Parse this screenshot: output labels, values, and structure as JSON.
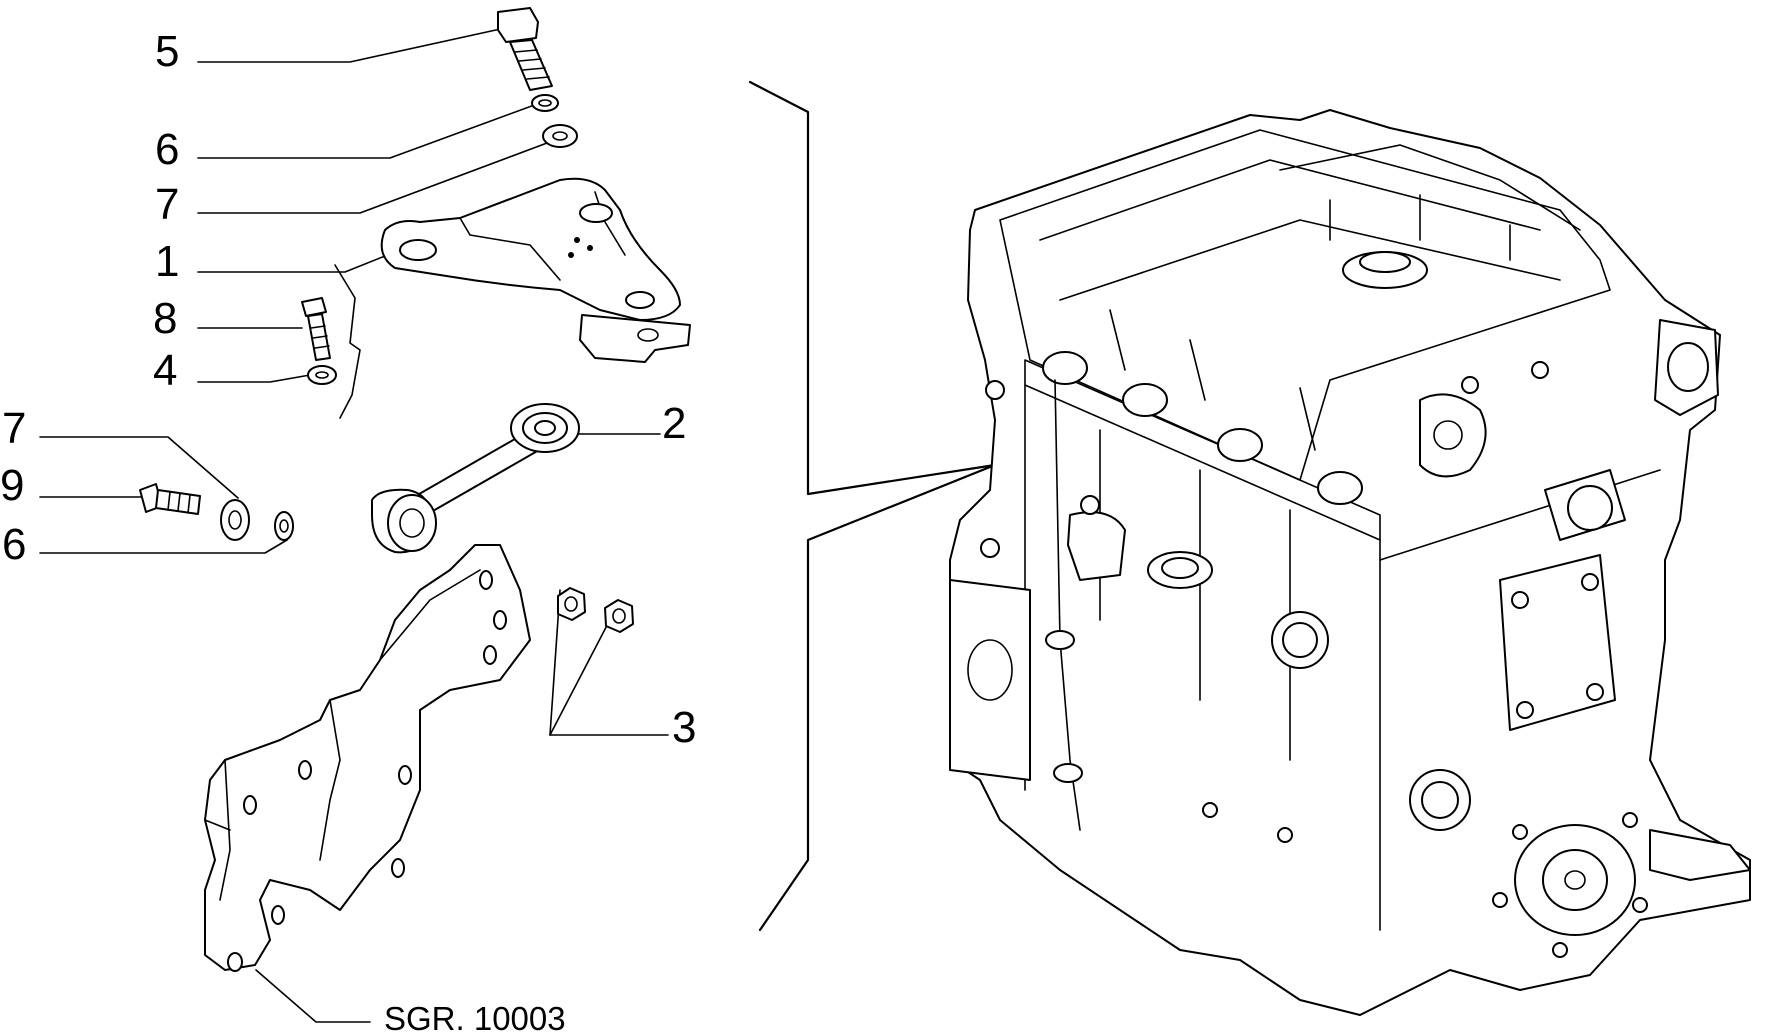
{
  "callouts": [
    {
      "id": "c5a",
      "text": "5"
    },
    {
      "id": "c6a",
      "text": "6"
    },
    {
      "id": "c7a",
      "text": "7"
    },
    {
      "id": "c1",
      "text": "1"
    },
    {
      "id": "c8",
      "text": "8"
    },
    {
      "id": "c4",
      "text": "4"
    },
    {
      "id": "c7b",
      "text": "7"
    },
    {
      "id": "c9",
      "text": "9"
    },
    {
      "id": "c6b",
      "text": "6"
    },
    {
      "id": "c2",
      "text": "2"
    },
    {
      "id": "c3",
      "text": "3"
    }
  ],
  "drawing_code": "SGR. 10003",
  "icons": {
    "engine": "engine-block-icon",
    "bracket": "engine-mount-bracket-icon",
    "rod": "reaction-rod-icon"
  },
  "colors": {
    "ink": "#000000",
    "paper": "#ffffff"
  }
}
